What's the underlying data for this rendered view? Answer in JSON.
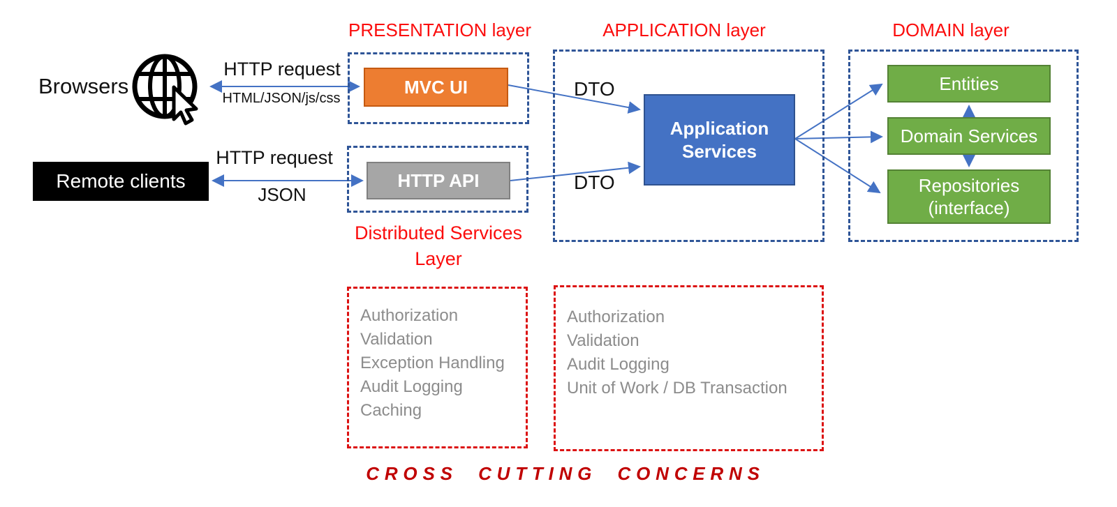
{
  "colors": {
    "layer_title_red": "#fb0d0d",
    "cross_cutting_red": "#c00000",
    "red_dashed_border": "#dc1212",
    "blue_dashed_border": "#2f5597",
    "arrow_blue": "#4472c4",
    "mvc_ui_fill": "#ed7d31",
    "mvc_ui_border": "#c55a11",
    "http_api_fill": "#a6a6a6",
    "http_api_border": "#808080",
    "app_services_fill": "#4472c4",
    "app_services_border": "#2f528f",
    "domain_box_fill": "#70ad47",
    "domain_box_border": "#548235",
    "gray_item_text": "#8c8c8c",
    "remote_clients_fill": "#000000"
  },
  "clients": {
    "browsers_label": "Browsers",
    "remote_clients_label": "Remote clients",
    "browser_link": {
      "label_top": "HTTP request",
      "label_bottom": "HTML/JSON/js/css"
    },
    "remote_link": {
      "label_top": "HTTP request",
      "label_bottom": "JSON"
    }
  },
  "presentation": {
    "title": "PRESENTATION layer",
    "mvc_ui_label": "MVC UI",
    "http_api_label": "HTTP API",
    "distributed_services_line1": "Distributed Services",
    "distributed_services_line2": "Layer"
  },
  "application": {
    "title": "APPLICATION layer",
    "dto_top_label": "DTO",
    "dto_bottom_label": "DTO",
    "app_services_line1": "Application",
    "app_services_line2": "Services"
  },
  "domain": {
    "title": "DOMAIN layer",
    "entities_label": "Entities",
    "domain_services_label": "Domain Services",
    "repositories_line1": "Repositories",
    "repositories_line2": "(interface)"
  },
  "cross_cutting": {
    "distributed_box_items": [
      "Authorization",
      "Validation",
      "Exception Handling",
      "Audit Logging",
      "Caching"
    ],
    "application_box_items": [
      "Authorization",
      "Validation",
      "Audit Logging",
      "Unit of Work / DB Transaction"
    ],
    "footer_label": "CROSS CUTTING CONCERNS"
  }
}
